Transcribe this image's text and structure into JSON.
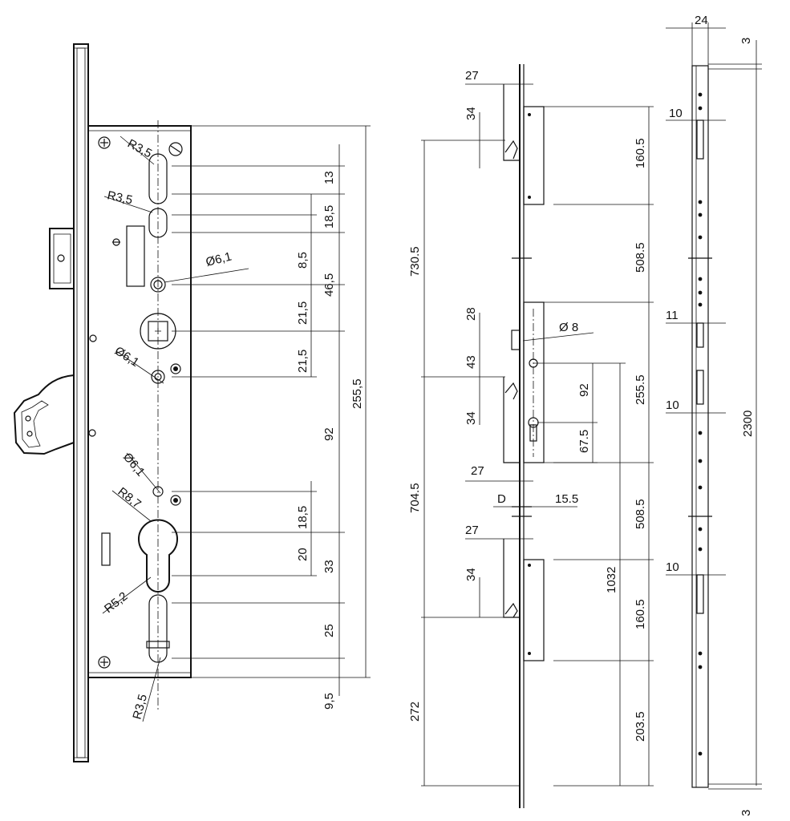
{
  "views": {
    "front": {
      "labels": {
        "r1": "R3,5",
        "r2": "R3,5",
        "d1": "Ø6,1",
        "d2": "Ø6,1",
        "d3": "Ø6,1",
        "r3": "R8,7",
        "r4": "R5,2",
        "r5": "R3,5"
      },
      "dims": {
        "d13": "13",
        "d18a": "18,5",
        "d8": "8,5",
        "d46": "46,5",
        "d21a": "21,5",
        "d21b": "21,5",
        "d92": "92",
        "d18b": "18,5",
        "d20": "20",
        "d33": "33",
        "d25": "25",
        "d9": "9,5",
        "d255": "255,5"
      }
    },
    "side": {
      "dims": {
        "w27a": "27",
        "h34a": "34",
        "h730": "730.5",
        "h160a": "160.5",
        "h508a": "508.5",
        "h28": "28",
        "h43": "43",
        "h34b": "34",
        "d8": "Ø 8",
        "h92": "92",
        "h67": "67.5",
        "w27b": "27",
        "D": "D",
        "w15": "15.5",
        "h255": "255.5",
        "h704": "704.5",
        "w27c": "27",
        "h34c": "34",
        "h1032": "1032",
        "h508b": "508.5",
        "h160b": "160.5",
        "h272": "272",
        "h203": "203.5"
      }
    },
    "bar": {
      "dims": {
        "w24": "24",
        "t3": "3",
        "w10a": "10",
        "w11": "11",
        "w10b": "10",
        "w10c": "10",
        "h2300": "2300",
        "b3": "3"
      }
    }
  }
}
